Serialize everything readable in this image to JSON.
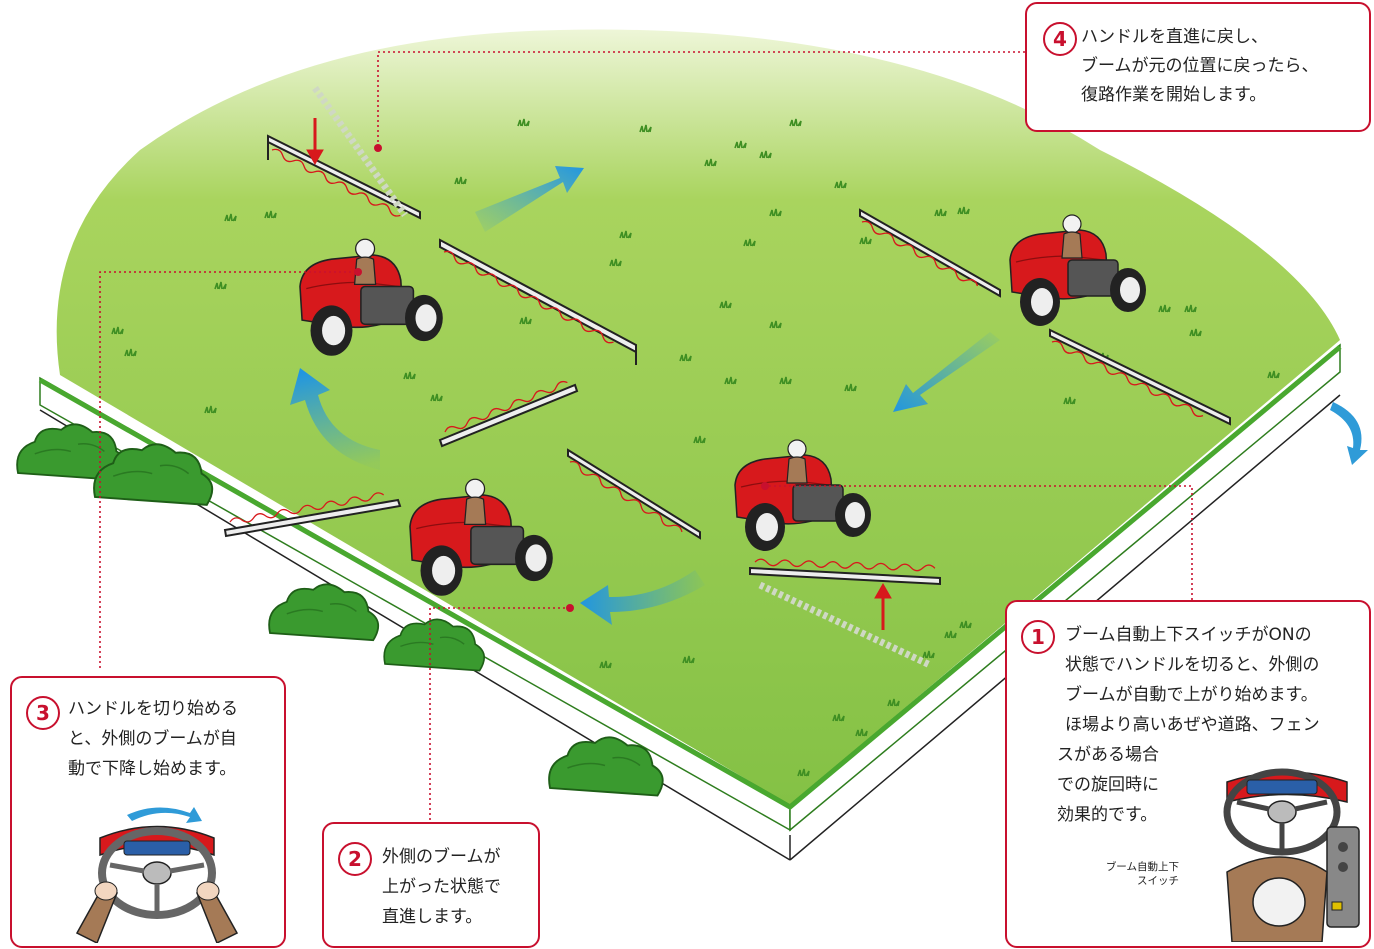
{
  "callouts": {
    "c4": {
      "num": "4",
      "lines": [
        "ハンドルを直進に戻し、",
        "ブームが元の位置に戻ったら、",
        "復路作業を開始します。"
      ]
    },
    "c1": {
      "num": "1",
      "lines": [
        "ブーム自動上下スイッチがONの",
        "状態でハンドルを切ると、外側の",
        "ブームが自動で上がり始めます。",
        "ほ場より高いあぜや道路、フェン",
        "スがある場合",
        "での旋回時に",
        "効果的です。"
      ],
      "switch_label_lines": [
        "ブーム自動上下",
        "スイッチ"
      ]
    },
    "c3": {
      "num": "3",
      "lines": [
        "ハンドルを切り始める",
        "と、外側のブームが自",
        "動で下降し始めます。"
      ]
    },
    "c2": {
      "num": "2",
      "lines": [
        "外側のブームが",
        "上がった状態で",
        "直進します。"
      ]
    }
  },
  "colors": {
    "accent": "#c8102e",
    "field": "#8bc34a",
    "field_dark": "#5aa02c",
    "tractor": "#d7191c",
    "arrow": "#2f9bd8",
    "bush": "#3a9a2f"
  },
  "icons": [
    "tractor-sprayer",
    "direction-arrow",
    "steering-wheel",
    "boom-switch-panel",
    "bush",
    "grass-tuft"
  ]
}
